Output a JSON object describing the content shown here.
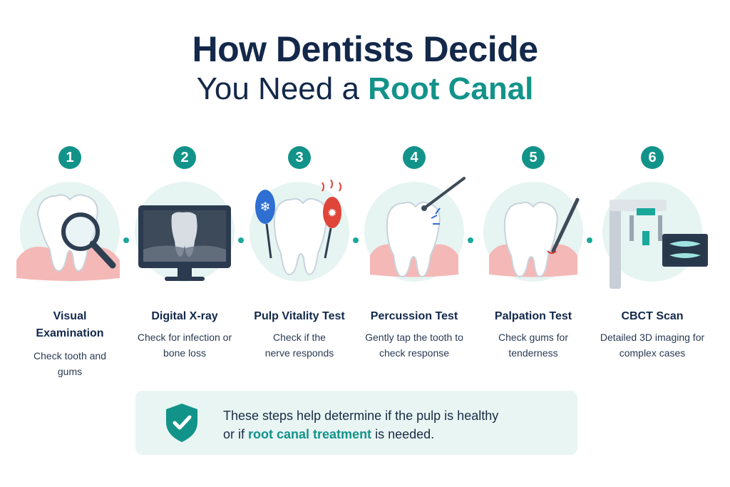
{
  "header": {
    "title": "How Dentists Decide",
    "subtitle_pre": "You Need a ",
    "subtitle_accent": "Root Canal"
  },
  "steps": [
    {
      "number": "1",
      "title": "Visual Examination",
      "description": "Check tooth and gums",
      "icon": "magnifier-tooth-icon"
    },
    {
      "number": "2",
      "title": "Digital X-ray",
      "description": "Check for infection or bone loss",
      "icon": "xray-monitor-icon"
    },
    {
      "number": "3",
      "title": "Pulp Vitality Test",
      "description": "Check if the nerve responds",
      "icon": "cold-heat-test-icon"
    },
    {
      "number": "4",
      "title": "Percussion Test",
      "description": "Gently tap the tooth to check response",
      "icon": "tap-instrument-icon"
    },
    {
      "number": "5",
      "title": "Palpation Test",
      "description": "Check gums for tenderness",
      "icon": "probe-gum-icon"
    },
    {
      "number": "6",
      "title": "CBCT Scan",
      "description": "Detailed 3D imaging for complex cases",
      "icon": "cbct-scanner-icon"
    }
  ],
  "note": {
    "line1": "These steps help determine if the pulp is healthy",
    "line2_pre": "or if ",
    "line2_accent": "root canal treatment",
    "line2_post": " is needed.",
    "icon": "shield-check-icon"
  },
  "colors": {
    "accent": "#12938a",
    "navy": "#13284a",
    "circle_bg": "#e6f4f2",
    "gum": "#f4b8b6"
  }
}
